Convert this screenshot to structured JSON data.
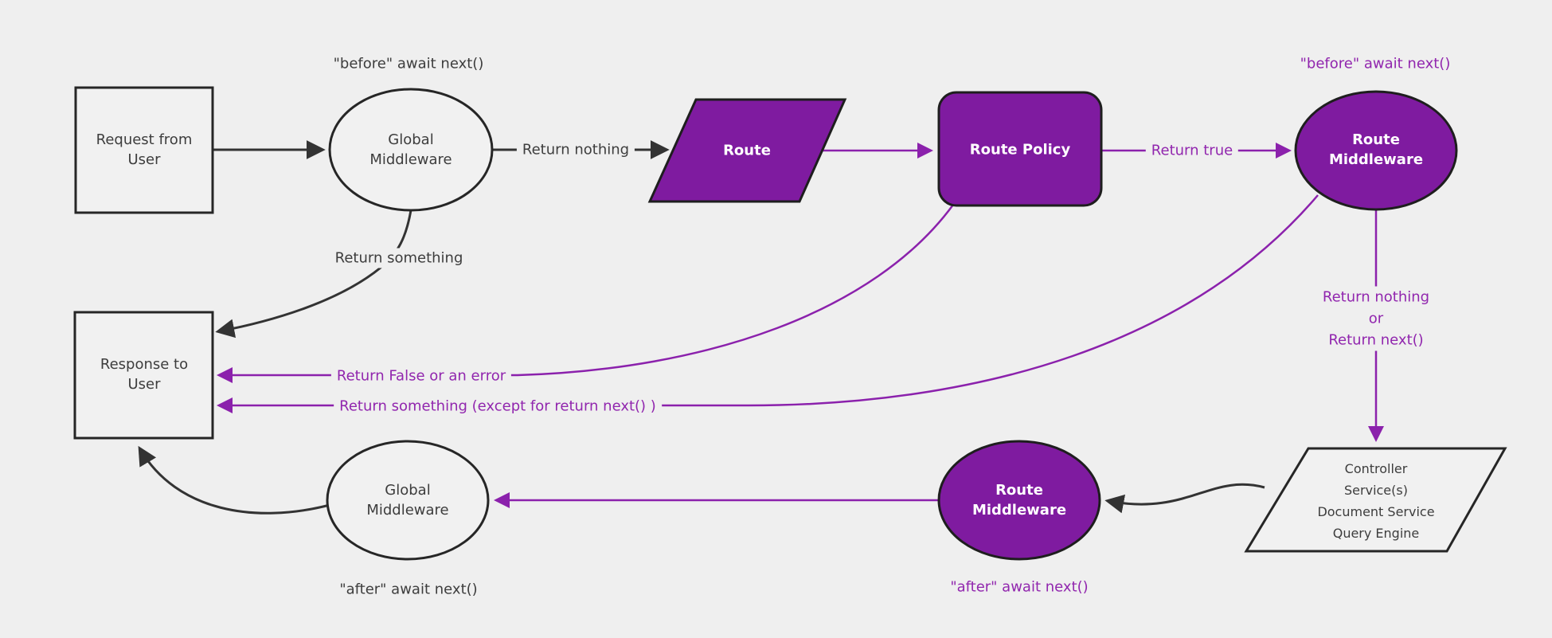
{
  "diagram": {
    "nodes": {
      "request": {
        "label": "Request from User",
        "shape": "rectangle"
      },
      "global_middleware_top": {
        "label": "Global Middleware",
        "shape": "ellipse"
      },
      "route": {
        "label": "Route",
        "shape": "parallelogram"
      },
      "route_policy": {
        "label": "Route Policy",
        "shape": "rounded-rectangle"
      },
      "route_middleware_top": {
        "label": "Route Middleware",
        "shape": "ellipse"
      },
      "controller": {
        "label": "Controller\nService(s)\nDocument Service\nQuery Engine",
        "shape": "parallelogram"
      },
      "route_middleware_bottom": {
        "label": "Route Middleware",
        "shape": "ellipse"
      },
      "global_middleware_bottom": {
        "label": "Global Middleware",
        "shape": "ellipse"
      },
      "response": {
        "label": "Response to User",
        "shape": "rectangle"
      }
    },
    "edge_labels": {
      "before_global": "\"before\" await next()",
      "return_nothing": "Return nothing",
      "return_true": "Return true",
      "before_route": "\"before\" await next()",
      "return_nothing_or_next": "Return nothing\nor\nReturn next()",
      "after_route": "\"after\" await next()",
      "after_global": "\"after\" await next()",
      "return_something": "Return something",
      "return_false_or_error": "Return False or an error",
      "return_something_except": "Return something (except for return next() )"
    },
    "colors": {
      "background": "#efefef",
      "purple_fill": "#7f1ba0",
      "purple_text": "#9126ae",
      "purple_edge": "#8b21ac",
      "dark_edge": "#333333",
      "dark_text": "#3d3d3d",
      "node_fill": "#f1f1f1",
      "node_stroke": "#262626",
      "white_text": "#ffffff"
    }
  }
}
